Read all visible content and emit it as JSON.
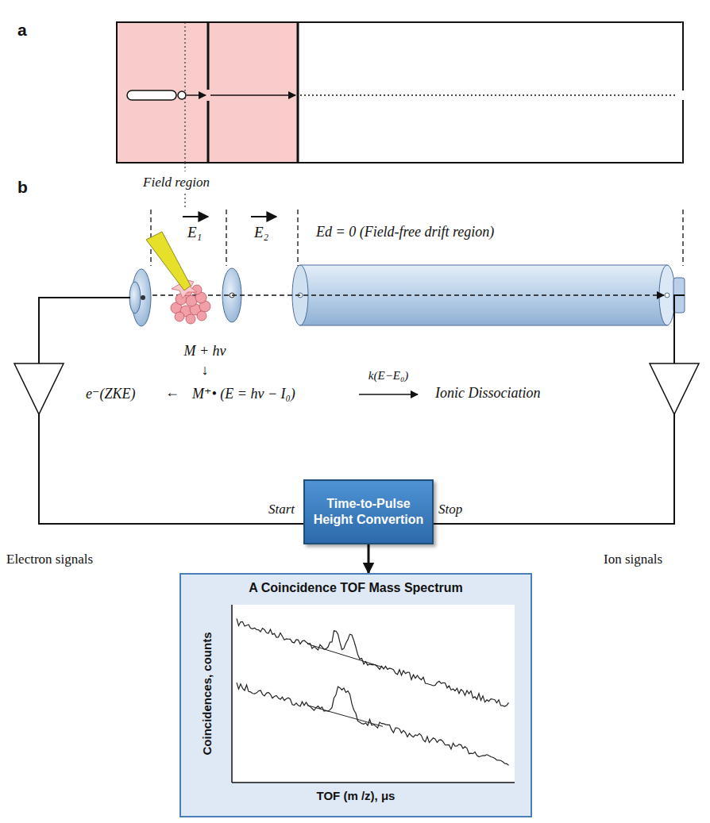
{
  "diagram": {
    "nodes": [
      {
        "text": [
          "Time-to-Pulse Height Convertion"
        ]
      },
      {
        "text": [
          "A Coincidence TOF Mass Spectrum",
          "Coincidences, counts",
          "TOF (m /z), μs"
        ]
      }
    ],
    "edges": [
      {
        "from": 0,
        "to": 1,
        "arrow": "to"
      }
    ],
    "labels": [
      "a",
      "Field region",
      "b",
      "E₁",
      "E₂",
      "Ed = 0 (Field-free drift region)",
      "M + hν",
      "↓",
      "e⁻(ZKE)",
      "←",
      "M⁺• (E = hν − I₀)",
      "k(E−E₀)",
      "Ionic Dissociation",
      "Start",
      "Stop",
      "Electron signals",
      "Ion signals"
    ]
  }
}
